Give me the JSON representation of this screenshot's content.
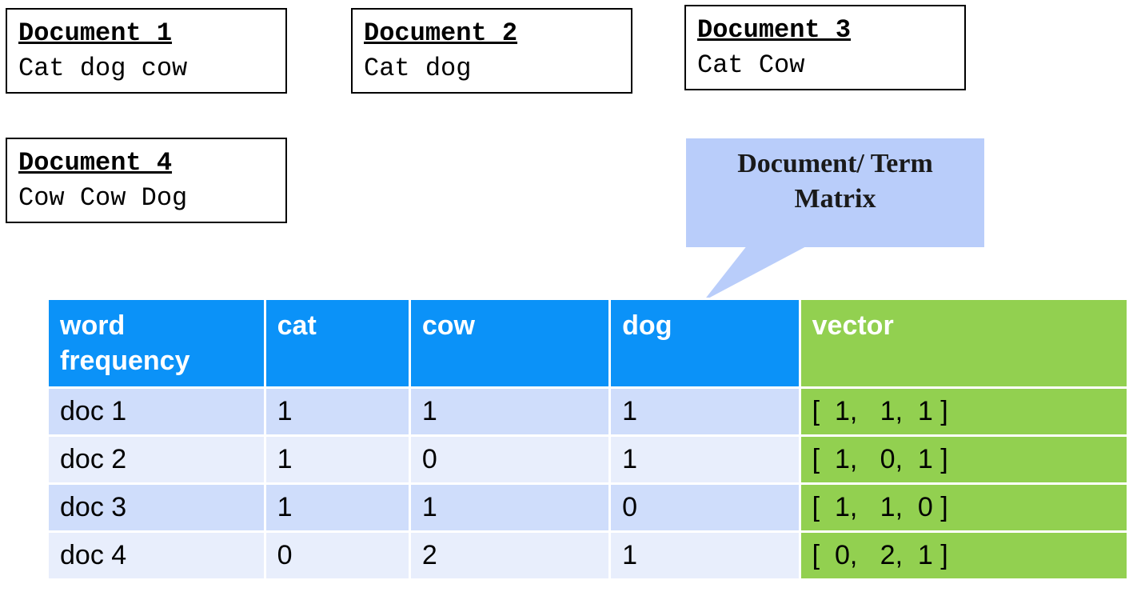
{
  "documents": [
    {
      "title": "Document 1",
      "text": "Cat dog cow"
    },
    {
      "title": "Document 2",
      "text": "Cat dog"
    },
    {
      "title": "Document 3",
      "text": "Cat Cow"
    },
    {
      "title": "Document 4",
      "text": "Cow Cow Dog"
    }
  ],
  "callout": {
    "line1": "Document/ Term",
    "line2": "Matrix"
  },
  "table": {
    "headers": [
      "word frequency",
      "cat",
      "cow",
      "dog",
      "vector"
    ],
    "header_lines": {
      "word_frequency": [
        "word",
        "frequency"
      ]
    },
    "rows": [
      {
        "doc": "doc 1",
        "cat": "1",
        "cow": "1",
        "dog": "1",
        "vector": "[  1,   1,  1 ]"
      },
      {
        "doc": "doc 2",
        "cat": "1",
        "cow": "0",
        "dog": "1",
        "vector": "[  1,   0,  1 ]"
      },
      {
        "doc": "doc 3",
        "cat": "1",
        "cow": "1",
        "dog": "0",
        "vector": "[  1,   1,  0 ]"
      },
      {
        "doc": "doc 4",
        "cat": "0",
        "cow": "2",
        "dog": "1",
        "vector": "[  0,   2,  1 ]"
      }
    ]
  },
  "colors": {
    "header_blue": "#0b92f8",
    "vector_green": "#92d050",
    "row_dark": "#cfddfb",
    "row_light": "#e8eefc",
    "callout_fill": "#b9cdfa"
  }
}
